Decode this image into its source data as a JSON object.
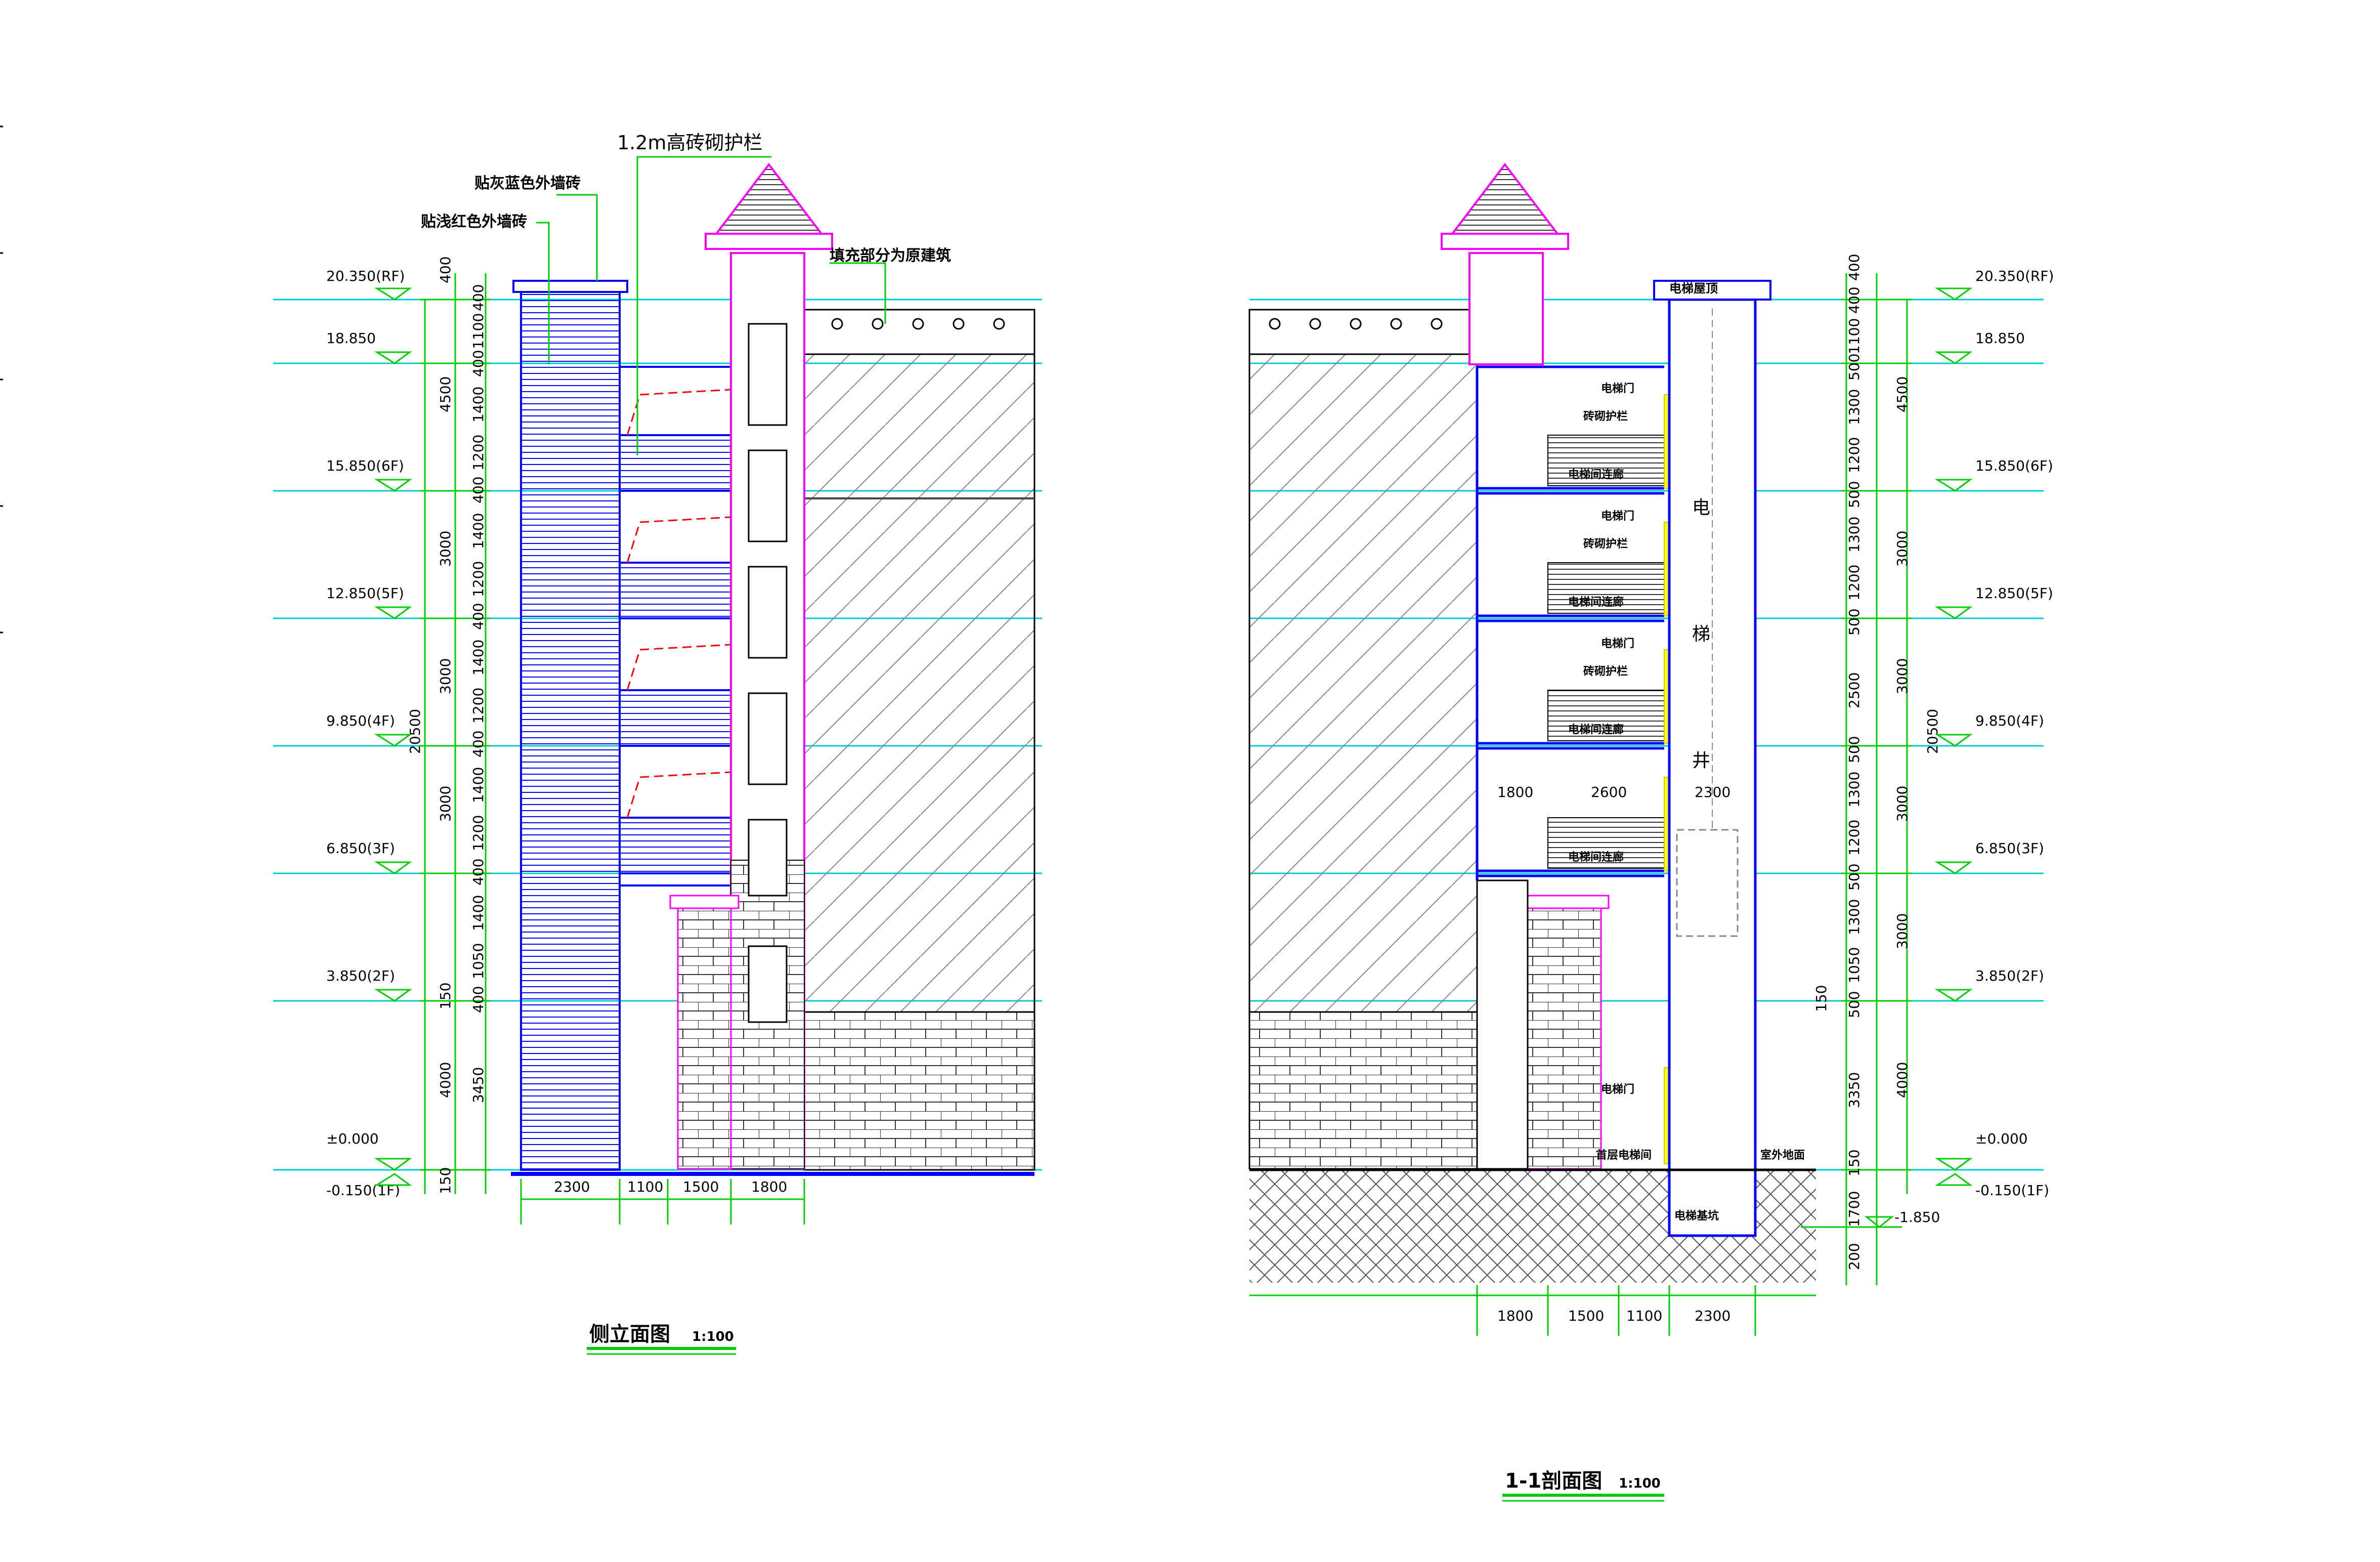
{
  "colors": {
    "blue": "#0000ff",
    "magenta": "#ff00ff",
    "green": "#00cc00",
    "cyan": "#00cccc",
    "red": "#ff0000",
    "yellow": "#ffff00"
  },
  "left_drawing": {
    "title": "侧立面图",
    "scale": "1:100",
    "callouts": {
      "c1": "1.2m高砖砌护栏",
      "c2": "贴灰蓝色外墙砖",
      "c3": "贴浅红色外墙砖",
      "c4": "填充部分为原建筑"
    },
    "levels": [
      "20.350(RF)",
      "18.850",
      "15.850(6F)",
      "12.850(5F)",
      "9.850(4F)",
      "6.850(3F)",
      "3.850(2F)",
      "±0.000",
      "-0.150(1F)"
    ],
    "dims_outer": [
      "400",
      "4500",
      "3000",
      "3000",
      "3000",
      "150",
      "4000",
      "150"
    ],
    "dims_total": "20500",
    "dims_inner": [
      "400",
      "1100",
      "400",
      "1400",
      "1200",
      "400",
      "1400",
      "1200",
      "400",
      "1400",
      "1200",
      "400",
      "1400",
      "1200",
      "400",
      "1400",
      "1050",
      "400",
      "3450"
    ],
    "dims_bottom": [
      "2300",
      "1100",
      "1500",
      "1800"
    ]
  },
  "right_drawing": {
    "title": "1-1剖面图",
    "scale": "1:100",
    "labels": {
      "roof": "电梯屋顶",
      "door": "电梯门",
      "rail": "砖砌护栏",
      "corridor": "电梯间连廊",
      "shaft1": "电",
      "shaft2": "梯",
      "shaft3": "井",
      "ground_hall": "首层电梯间",
      "outdoor": "室外地面",
      "pit": "电梯基坑",
      "pit_level": "-1.850"
    },
    "levels": [
      "20.350(RF)",
      "18.850",
      "15.850(6F)",
      "12.850(5F)",
      "9.850(4F)",
      "6.850(3F)",
      "3.850(2F)",
      "±0.000",
      "-0.150(1F)"
    ],
    "dims_outer": [
      "4500",
      "3000",
      "3000",
      "3000",
      "3000",
      "4000"
    ],
    "dims_total": "20500",
    "dims_inner": [
      "400",
      "400",
      "1100",
      "500",
      "1300",
      "1200",
      "500",
      "1300",
      "1200",
      "500",
      "2500",
      "500",
      "1300",
      "1200",
      "500",
      "1300",
      "1050",
      "500",
      "150",
      "3350",
      "150",
      "1700",
      "200"
    ],
    "dims_shaft_row": [
      "1800",
      "2600",
      "2300"
    ],
    "dims_bottom": [
      "1800",
      "1500",
      "1100",
      "2300"
    ]
  }
}
